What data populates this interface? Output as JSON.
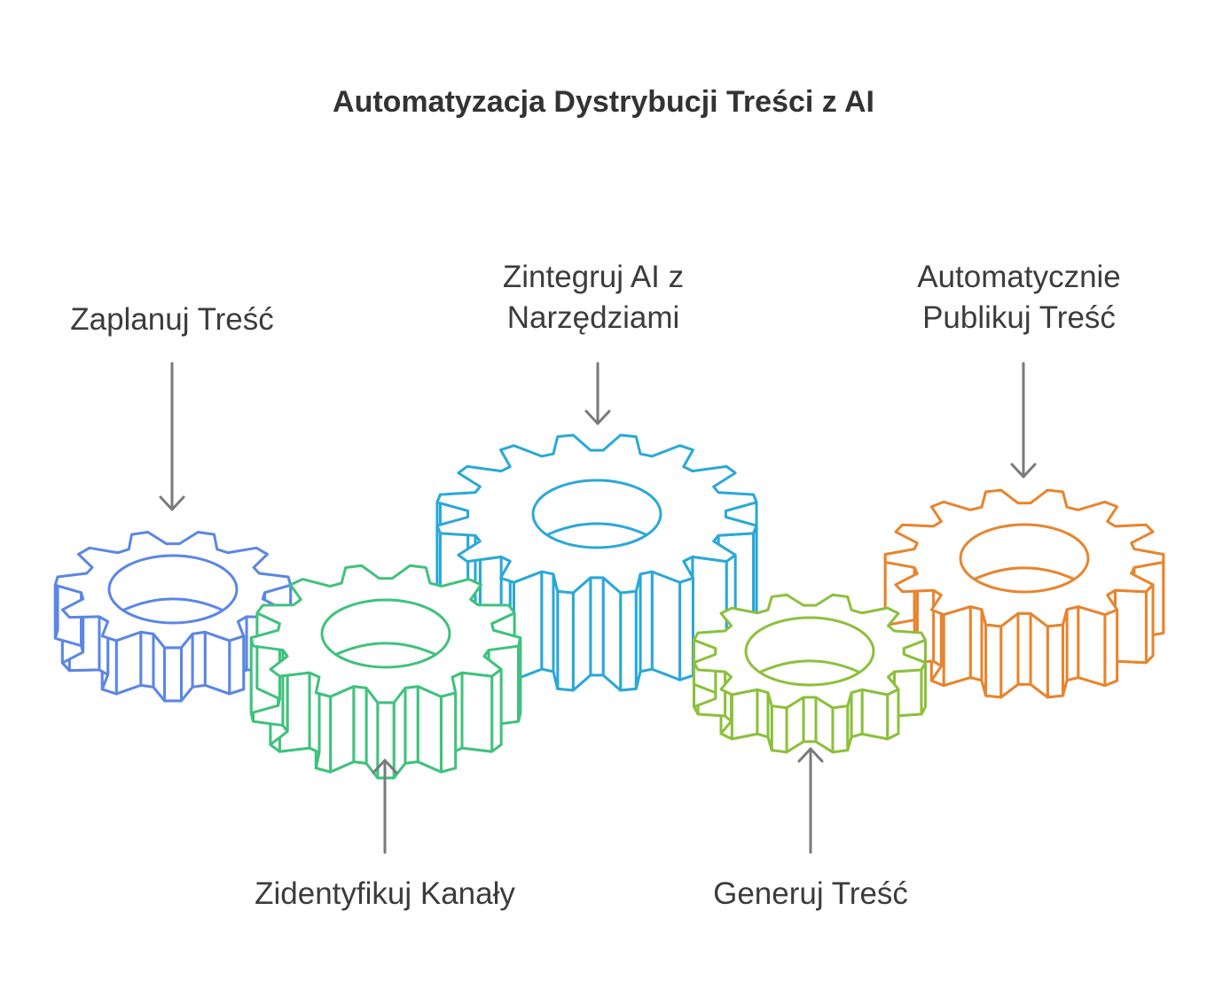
{
  "title": "Automatyzacja Dystrybucji Treści z AI",
  "labels": {
    "plan": [
      "Zaplanuj Treść"
    ],
    "identify": [
      "Zidentyfikuj Kanały"
    ],
    "integrate": [
      "Zintegruj AI z",
      "Narzędziami"
    ],
    "generate": [
      "Generuj Treść"
    ],
    "publish": [
      "Automatycznie",
      "Publikuj Treść"
    ]
  },
  "colors": {
    "plan": "#5b86e5",
    "identify": "#3fc27c",
    "integrate": "#2aa8d8",
    "generate": "#8cc03c",
    "publish": "#e8842e",
    "arrow": "#7a7a7a",
    "text": "#3c3c3c"
  }
}
